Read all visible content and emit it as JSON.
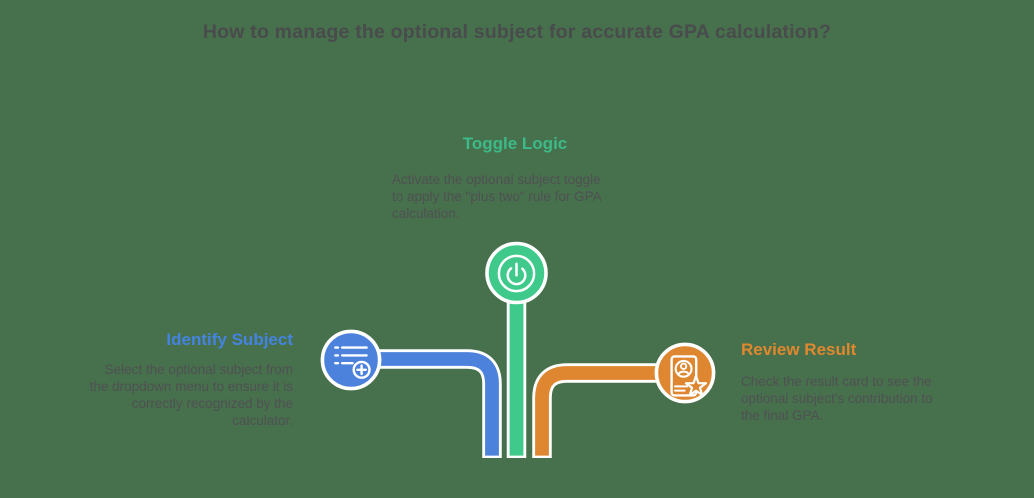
{
  "title": "How to manage the optional subject for accurate GPA calculation?",
  "steps": [
    {
      "id": "identify-subject",
      "heading": "Identify Subject",
      "color": "#4484E0",
      "icon": "list-add-icon",
      "lines": [
        "Select the optional subject from",
        "the dropdown menu to ensure it is",
        "correctly recognized by the",
        "calculator."
      ]
    },
    {
      "id": "toggle-logic",
      "heading": "Toggle Logic",
      "color": "#3CBA88",
      "icon": "power-icon",
      "lines": [
        "Activate the optional subject toggle",
        "to apply the \"plus two\" rule for GPA",
        "calculation."
      ]
    },
    {
      "id": "review-result",
      "heading": "Review Result",
      "color": "#E0882E",
      "icon": "id-card-star-icon",
      "lines": [
        "Check the result card to see the",
        "optional subject's contribution to",
        "the final GPA."
      ]
    }
  ],
  "colors": {
    "background": "#47704C",
    "blue": "#4C82DB",
    "green": "#3FC98B",
    "orange": "#DE8730",
    "title_text": "#494B4D",
    "body_text": "#4F5153",
    "line_casing": "#FFFFFF"
  }
}
